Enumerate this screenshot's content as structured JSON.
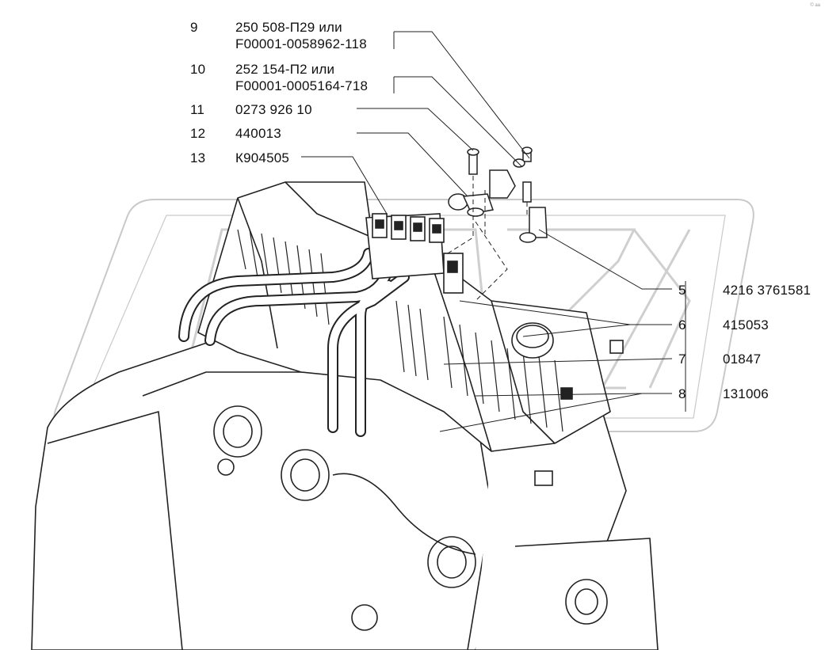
{
  "watermark": "GAZ",
  "corner_mark": "© aa",
  "callouts_left": [
    {
      "num": "9",
      "line1": "250 508-П29 или",
      "line2": "F00001-0058962-118"
    },
    {
      "num": "10",
      "line1": "252 154-П2 или",
      "line2": "F00001-0005164-718"
    },
    {
      "num": "11",
      "line1": "0273 926 10",
      "line2": ""
    },
    {
      "num": "12",
      "line1": "440013",
      "line2": ""
    },
    {
      "num": "13",
      "line1": "К904505",
      "line2": ""
    }
  ],
  "callouts_right": [
    {
      "num": "5",
      "code": "4216 3761581"
    },
    {
      "num": "6",
      "code": "415053"
    },
    {
      "num": "7",
      "code": "01847"
    },
    {
      "num": "8",
      "code": "131006"
    }
  ]
}
